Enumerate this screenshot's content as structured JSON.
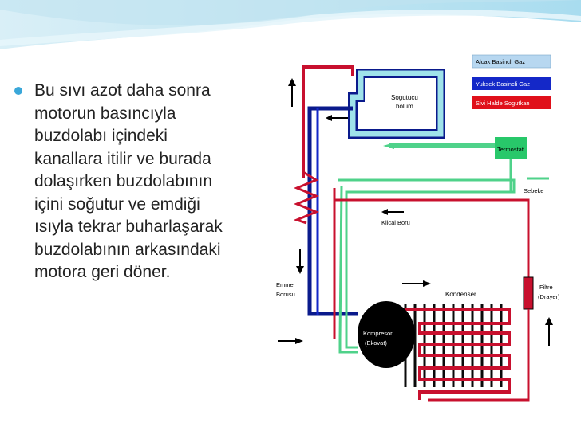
{
  "slide": {
    "bullet_lines": [
      "Bu sıvı azot daha sonra",
      "motorun basıncıyla",
      "buzdolabı içindeki",
      "kanallara itilir ve burada",
      "dolaşırken buzdolabının",
      "içini soğutur ve emdiği",
      "ısıyla tekrar buharlaşarak",
      "buzdolabının arkasındaki",
      "motora geri döner."
    ],
    "accent_color": "#3aa7d9"
  },
  "diagram": {
    "legend": {
      "low_pressure_gas": "Alcak Basincli Gaz",
      "high_pressure_gas": "Yuksek Basincli Gaz",
      "liquid_refrigerant": "Sivi Halde Sogutkan"
    },
    "colors": {
      "low_pressure": "#0a1a8c",
      "high_pressure": "#4fd28a",
      "liquid": "#c8102e",
      "legend_low_bg": "#b7d7f0",
      "legend_high_bg": "#1428c8",
      "legend_liquid_bg": "#e0101a",
      "freezer_fill": "#9fe3ea",
      "thermostat": "#28c86a"
    },
    "labels": {
      "freezer_line1": "Sogutucu",
      "freezer_line2": "bolum",
      "thermostat": "Termostat",
      "mains": "Sebeke",
      "capillary": "Kilcal Boru",
      "suction_line1": "Emme",
      "suction_line2": "Borusu",
      "condenser": "Kondenser",
      "filter_line1": "Filtre",
      "filter_line2": "(Drayer)",
      "compressor_line1": "Kompresor",
      "compressor_line2": "(Ekovat)"
    }
  }
}
